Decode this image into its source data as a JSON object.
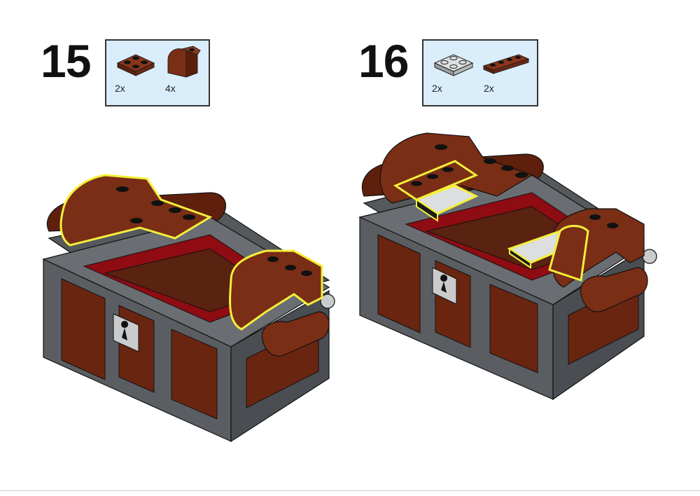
{
  "steps": [
    {
      "number": "15",
      "parts": [
        {
          "icon": "brown-plate-2x2-icon",
          "qty": "2x"
        },
        {
          "icon": "brown-curved-slope-icon",
          "qty": "4x"
        }
      ]
    },
    {
      "number": "16",
      "parts": [
        {
          "icon": "light-gray-plate-2x2-pin-holes-icon",
          "qty": "2x"
        },
        {
          "icon": "brown-plate-1x4-icon",
          "qty": "2x"
        }
      ]
    }
  ],
  "colors": {
    "brown": "#7a2e15",
    "brown_dark": "#4e1a08",
    "dark_gray": "#606468",
    "light_gray": "#c9cbcc",
    "red": "#8e0c12",
    "highlight": "#f4ef3b",
    "parts_bg": "#d9eefa"
  }
}
